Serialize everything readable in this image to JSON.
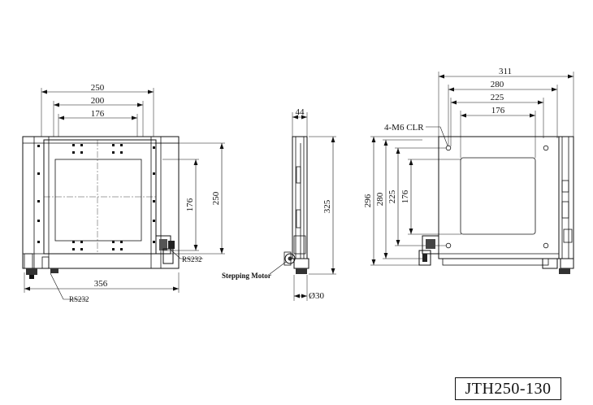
{
  "title_block": {
    "model": "JTH250-130"
  },
  "front_view": {
    "dims": {
      "w250": "250",
      "w200": "200",
      "w176": "176",
      "h176": "176",
      "h250": "250",
      "w356": "356"
    },
    "labels": {
      "rs232_right": "RS232",
      "rs232_bottom": "RS232"
    }
  },
  "side_view": {
    "dims": {
      "w44": "44",
      "h325": "325",
      "dia30": "Ø30"
    },
    "labels": {
      "stepping_motor": "Stepping Motor"
    }
  },
  "right_view": {
    "dims": {
      "w311": "311",
      "w280": "280",
      "w225": "225",
      "w176": "176",
      "h296": "296",
      "h280": "280",
      "h225": "225",
      "h176": "176"
    },
    "labels": {
      "holes": "4-M6 CLR"
    }
  }
}
